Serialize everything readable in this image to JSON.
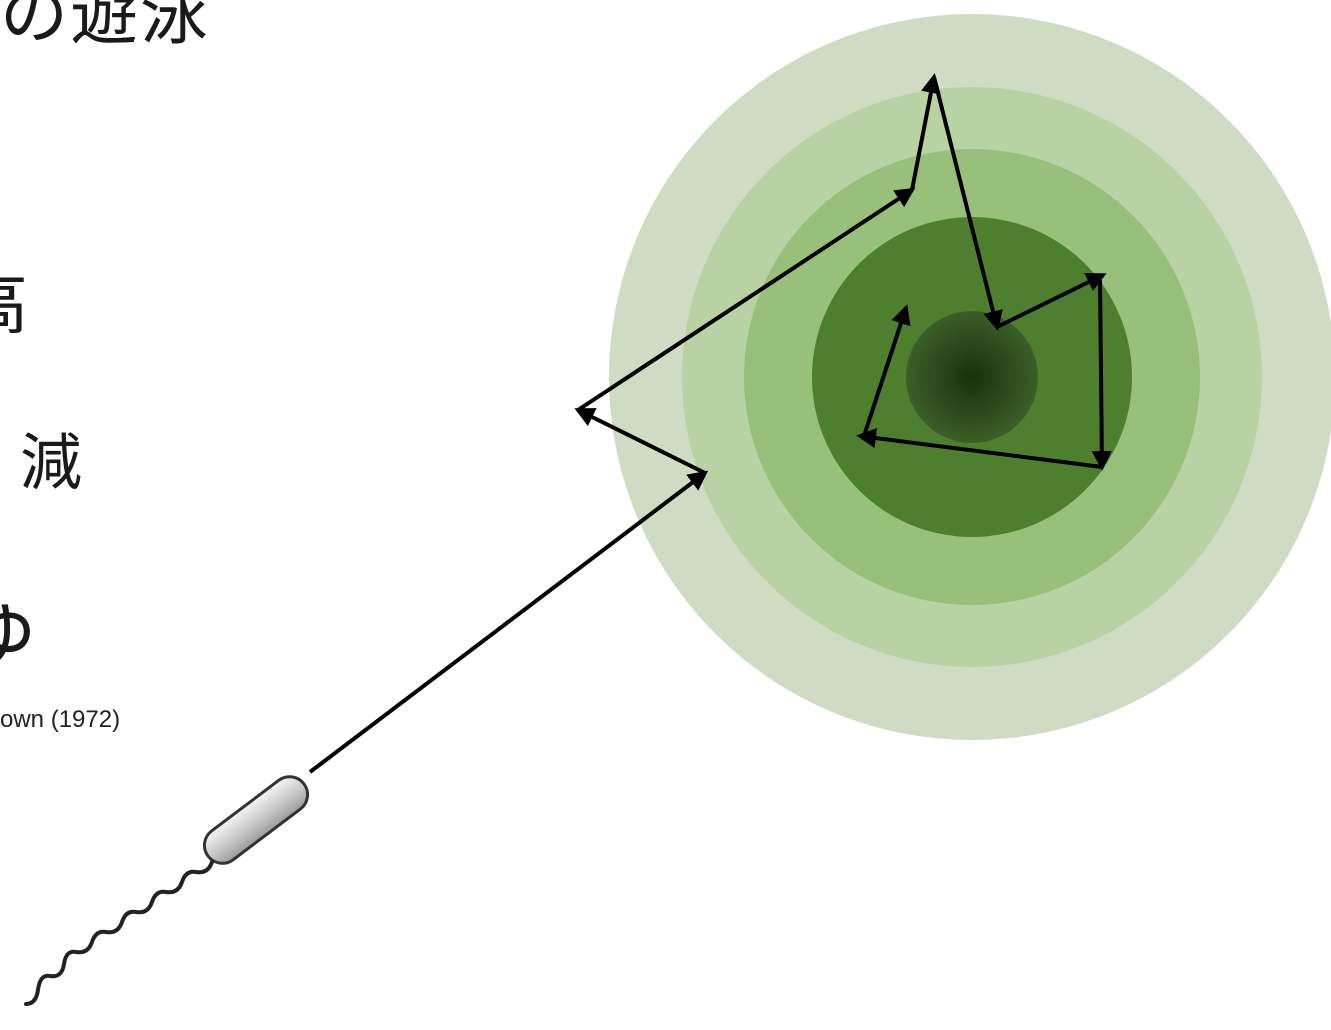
{
  "text": {
    "line1": "の遊泳",
    "line2": "高",
    "line3": "減",
    "line4": "ゅ",
    "citation": "own (1972)"
  },
  "colors": {
    "background": "#ffffff",
    "text": "#1a1a1a",
    "ring_outer": "#cfdcc3",
    "ring_2": "#b9d2a3",
    "ring_3": "#98c07a",
    "ring_4": "#4d7f2f",
    "core": "#1f3a12",
    "arrow": "#000000",
    "bacterium_fill": "#d4d4d4",
    "bacterium_stroke": "#333333"
  },
  "icons": {
    "bacterium": "bacterium-icon",
    "flagellum": "flagellum-icon"
  }
}
